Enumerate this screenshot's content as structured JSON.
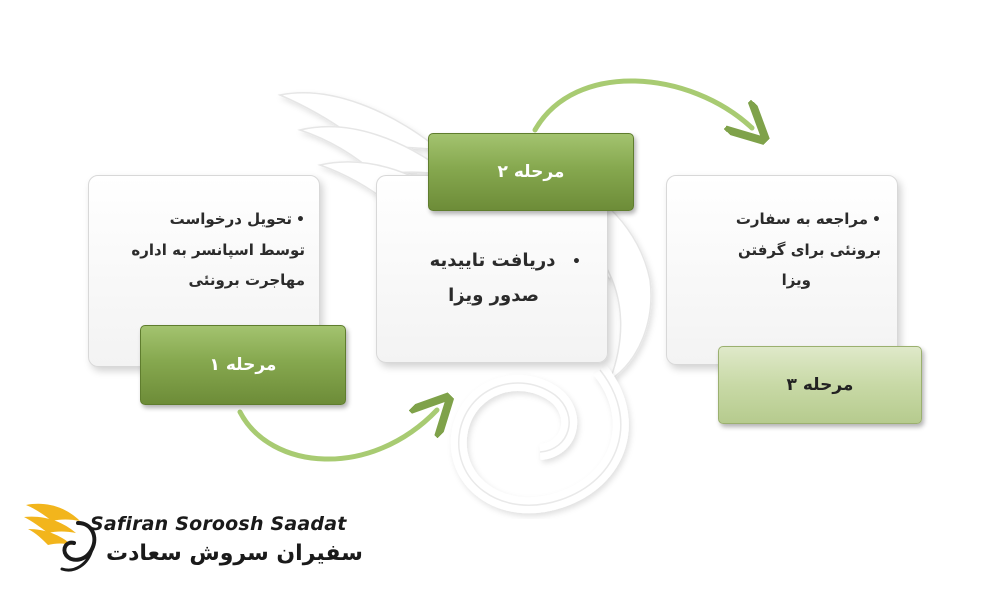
{
  "stages": [
    {
      "label": "مرحله ۱",
      "items": [
        "تحویل درخواست",
        "توسط اسپانسر به اداره",
        "مهاجرت برونئی"
      ]
    },
    {
      "label": "مرحله ۲",
      "items": [
        "دریافت تاییدیه",
        "صدور ویزا"
      ]
    },
    {
      "label": "مرحله ۳",
      "items": [
        "مراجعه به سفارت",
        "برونئی برای گرفتن",
        "ویزا"
      ]
    }
  ],
  "bullet": "•",
  "logo": {
    "text_en": "Safiran Soroosh Saadat",
    "text_fa": "سفیران سروش سعادت"
  },
  "colors": {
    "stage_label_dark": "#86a84f",
    "stage_label_light": "#c8d9a6",
    "arrow": "#9cc26a",
    "logo_gold": "#f2b51c"
  }
}
